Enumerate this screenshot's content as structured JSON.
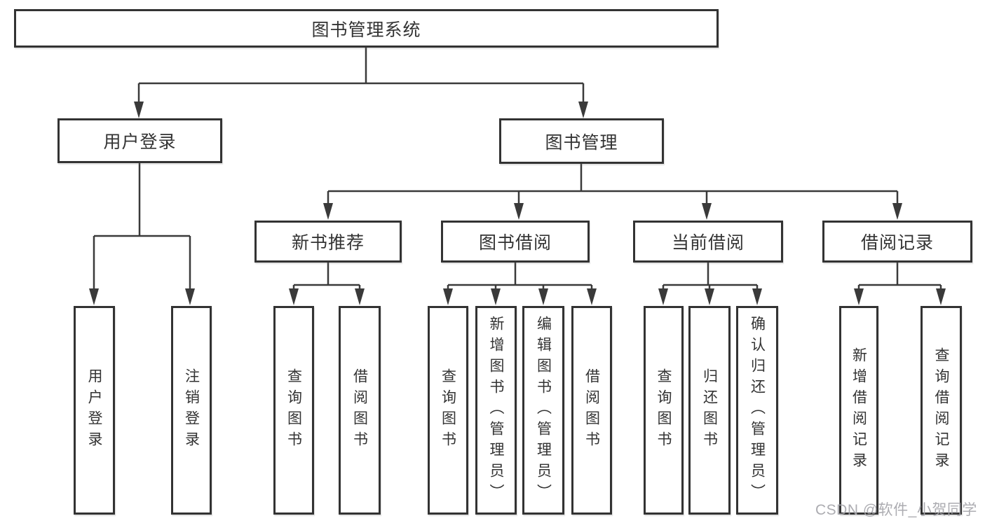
{
  "tree": {
    "root": {
      "label": "图书管理系统"
    },
    "branches": [
      {
        "label": "用户登录",
        "children": [
          {
            "label": "用户登录"
          },
          {
            "label": "注销登录"
          }
        ]
      },
      {
        "label": "图书管理",
        "children": [
          {
            "label": "新书推荐",
            "children": [
              {
                "label": "查询图书"
              },
              {
                "label": "借阅图书"
              }
            ]
          },
          {
            "label": "图书借阅",
            "children": [
              {
                "label": "查询图书"
              },
              {
                "label": "新增图书（管理员）"
              },
              {
                "label": "编辑图书（管理员）"
              },
              {
                "label": "借阅图书"
              }
            ]
          },
          {
            "label": "当前借阅",
            "children": [
              {
                "label": "查询图书"
              },
              {
                "label": "归还图书"
              },
              {
                "label": "确认归还（管理员）"
              }
            ]
          },
          {
            "label": "借阅记录",
            "children": [
              {
                "label": "新增借阅记录"
              },
              {
                "label": "查询借阅记录"
              }
            ]
          }
        ]
      }
    ]
  },
  "watermark": "CSDN @软件_小贺同学",
  "colors": {
    "line": "#3a3a3a",
    "box_border": "#333333",
    "text": "#333333",
    "watermark": "#a5a5aa",
    "background": "#ffffff"
  }
}
